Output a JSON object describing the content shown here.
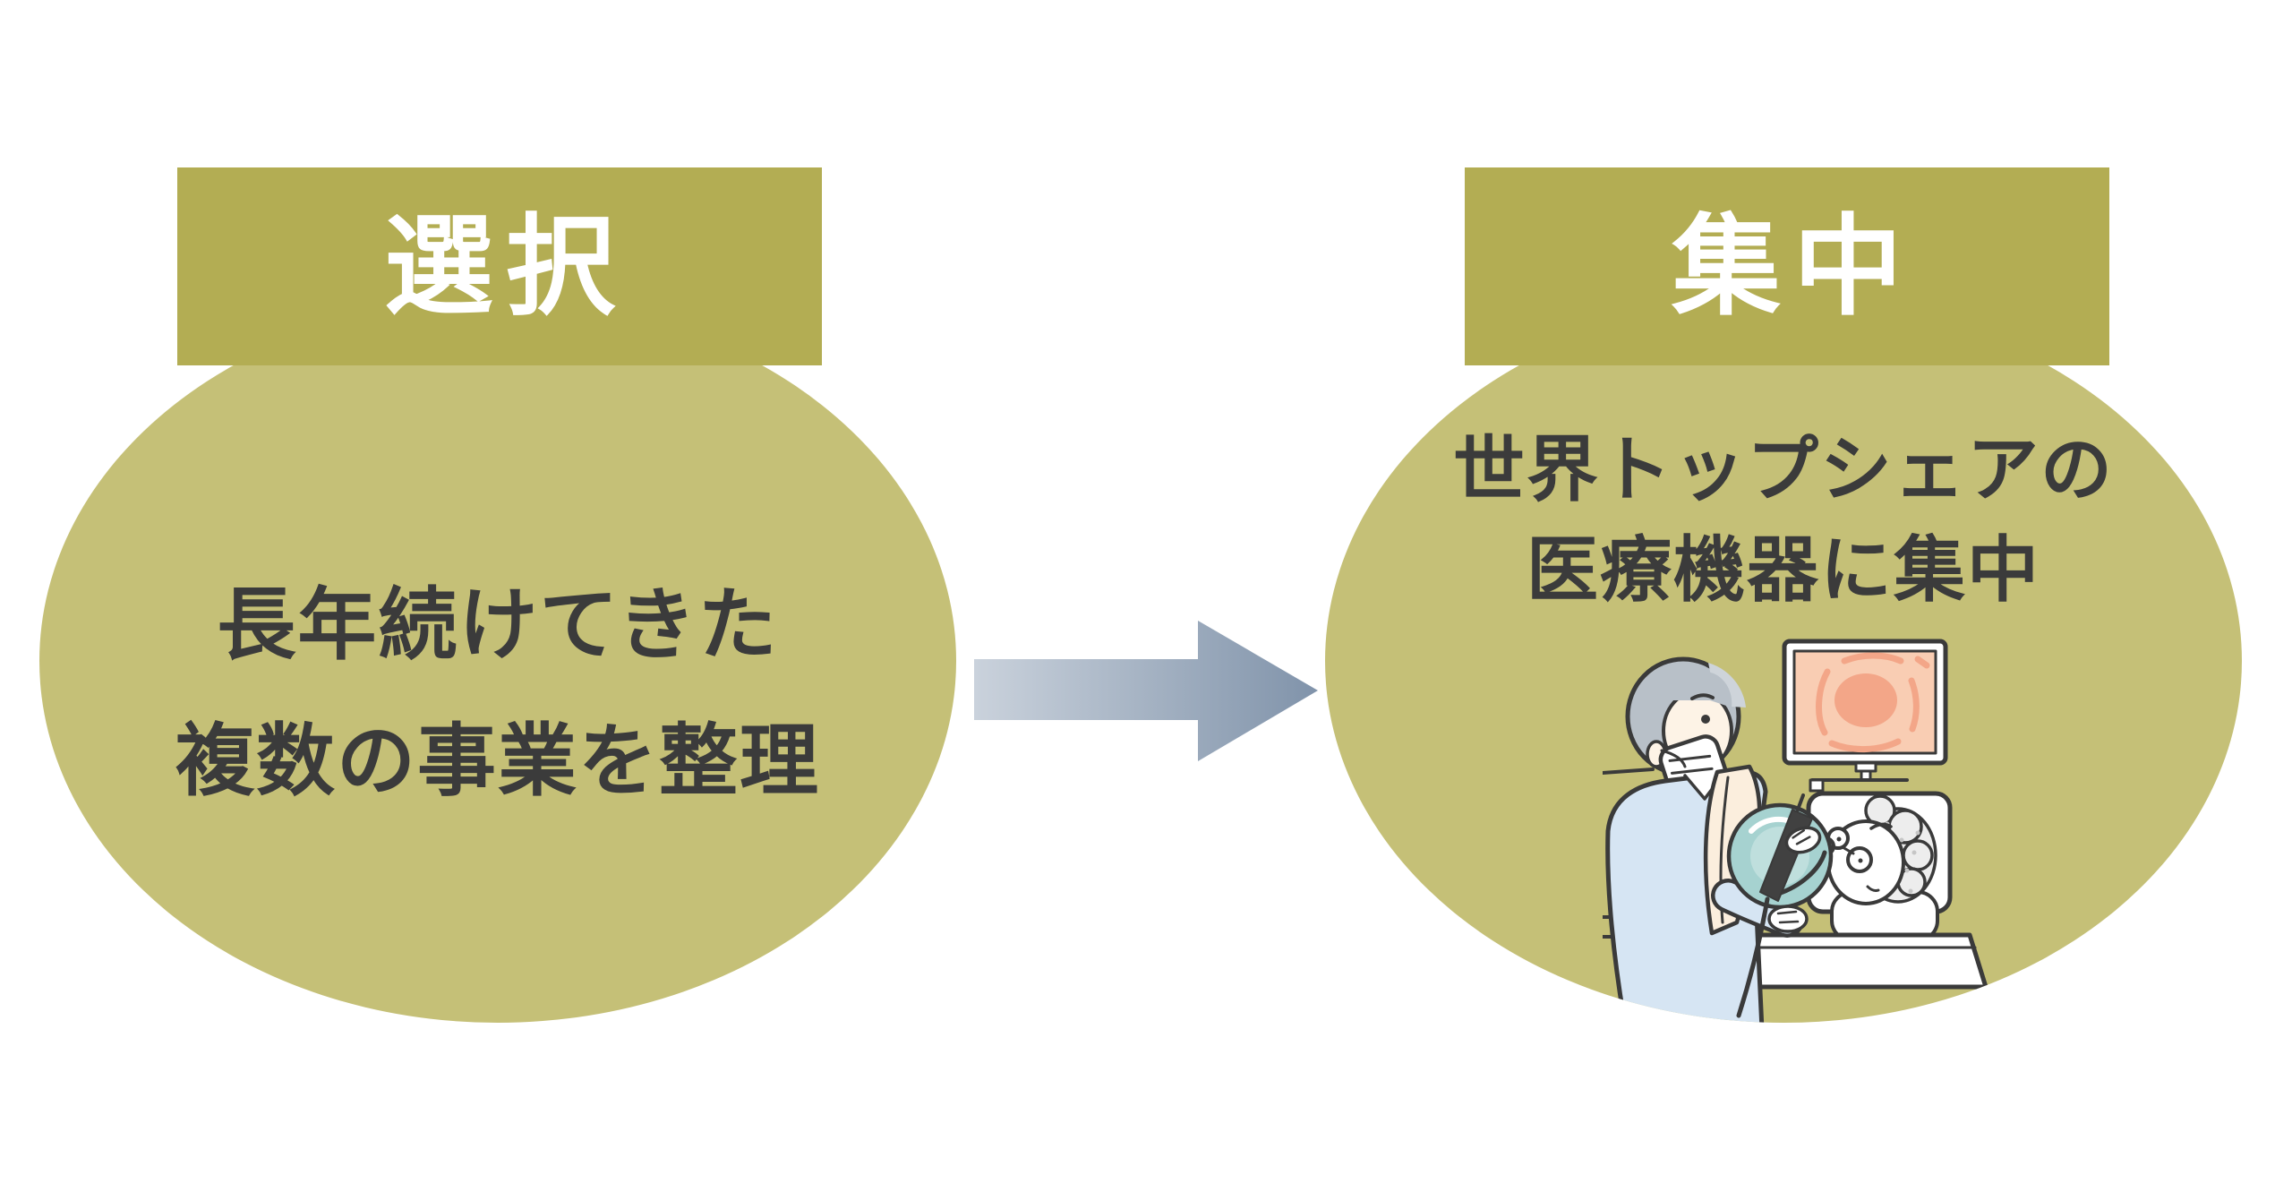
{
  "diagram": {
    "left_card": {
      "header": "選択",
      "body_line1": "長年続けてきた",
      "body_line2": "複数の事業を整理"
    },
    "right_card": {
      "header": "集中",
      "body_line1": "世界トップシェアの",
      "body_line2": "医療機器に集中"
    },
    "colors": {
      "background": "#ffffff",
      "banner": "#b3ad53",
      "ellipse": "#c5c077",
      "header_text": "#ffffff",
      "body_text": "#3b3b3b",
      "arrow_start": "#cad2dc",
      "arrow_end": "#8093aa",
      "outline": "#3a3a3a",
      "monitor_screen": "#f9cdb3",
      "monitor_blob": "#f3a688",
      "scope_teal": "#a6d2d0",
      "scrub_blue": "#d6e5f3",
      "apron_peach": "#fbeedd",
      "hair_gray": "#b8c0c8"
    }
  }
}
